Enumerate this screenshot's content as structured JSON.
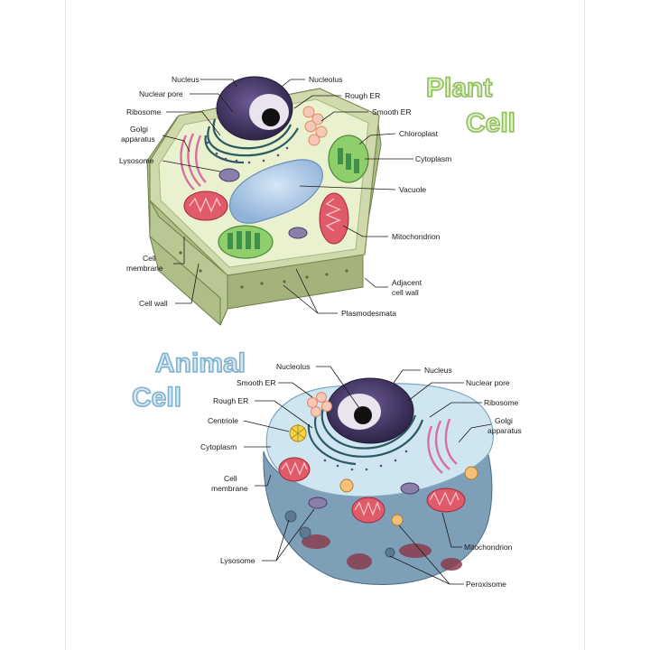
{
  "colors": {
    "plant_title_fill": "#dfefc6",
    "plant_title_stroke": "#8fbf5d",
    "animal_title_fill": "#d6e9f3",
    "animal_title_stroke": "#7fb1ce",
    "nucleus": "#3b2f5c",
    "cytoplasm_plant": "#e9f1cf",
    "cytoplasm_animal": "#cfe6f1",
    "wall": "#c6d3a2",
    "mitochondrion": "#e05a6a",
    "vacuole": "#a9c6e4",
    "chloroplast": "#6db46b",
    "golgi": "#e58fb5"
  },
  "plant": {
    "title_line1": "Plant",
    "title_line2": "Cell",
    "labels": {
      "nucleus": "Nucleus",
      "nucleolus": "Nucleolus",
      "nuclear_pore": "Nuclear pore",
      "rough_er": "Rough ER",
      "ribosome": "Ribosome",
      "smooth_er": "Smooth ER",
      "golgi_1": "Golgi",
      "golgi_2": "apparatus",
      "chloroplast": "Chloroplast",
      "lysosome": "Lysosome",
      "cytoplasm": "Cytoplasm",
      "vacuole": "Vacuole",
      "mitochondrion": "Mitochondrion",
      "cell_membrane_1": "Cell",
      "cell_membrane_2": "membrane",
      "adjacent_1": "Adjacent",
      "adjacent_2": "cell wall",
      "cell_wall": "Cell wall",
      "plasmodesmata": "Plasmodesmata"
    }
  },
  "animal": {
    "title_line1": "Animal",
    "title_line2": "Cell",
    "labels": {
      "nucleolus": "Nucleolus",
      "nucleus": "Nucleus",
      "smooth_er": "Smooth ER",
      "nuclear_pore": "Nuclear pore",
      "rough_er": "Rough ER",
      "ribosome": "Ribosome",
      "centriole": "Centriole",
      "golgi_1": "Golgi",
      "golgi_2": "apparatus",
      "cytoplasm": "Cytoplasm",
      "cell_membrane_1": "Cell",
      "cell_membrane_2": "membrane",
      "mitochondrion": "Mitochondrion",
      "lysosome": "Lysosome",
      "peroxisome": "Peroxisome"
    }
  }
}
